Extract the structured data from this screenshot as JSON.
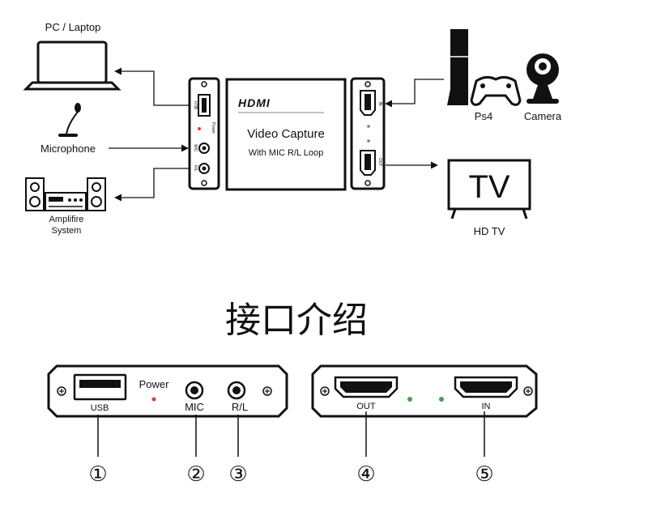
{
  "top_devices": {
    "pc": "PC / Laptop",
    "microphone": "Microphone",
    "amplifier_line1": "Amplifire",
    "amplifier_line2": "System",
    "ps4": "Ps4",
    "camera": "Camera",
    "tv_screen": "TV",
    "hdtv": "HD TV"
  },
  "capture_box": {
    "brand": "HDMI",
    "title": "Video Capture",
    "subtitle": "With MIC R/L Loop",
    "left_panel": {
      "usb": "USB",
      "power": "Power",
      "mic": "MIC",
      "rl": "R/L"
    },
    "right_panel": {
      "in": "IN",
      "out": "OUT"
    }
  },
  "section_title": "接口介绍",
  "left_interface": {
    "usb": "USB",
    "power": "Power",
    "mic": "MIC",
    "rl": "R/L"
  },
  "right_interface": {
    "out": "OUT",
    "in": "IN"
  },
  "callouts": [
    "①",
    "②",
    "③",
    "④",
    "⑤"
  ],
  "colors": {
    "power_led": "#e53935",
    "status_led": "#43a047",
    "line": "#111111"
  }
}
